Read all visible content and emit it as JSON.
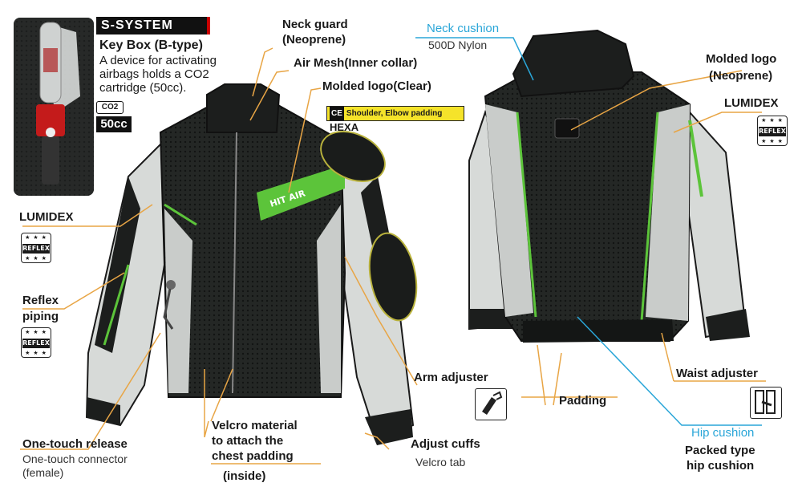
{
  "brand_badge": "S-SYSTEM",
  "keybox": {
    "title": "Key Box (B-type)",
    "desc_lines": [
      "A device for activating",
      "airbags holds a CO2",
      "cartridge (50cc)."
    ],
    "co2_label": "CO2",
    "co2_volume": "50cc"
  },
  "front_labels": {
    "neck_guard": "Neck guard",
    "neck_guard_sub": "(Neoprene)",
    "air_mesh": "Air Mesh(Inner collar)",
    "molded_logo_clear": "Molded logo(Clear)",
    "hexa_badge_ce": "CE",
    "hexa_badge_text": "Shoulder, Elbow padding",
    "hexa_badge_word": "HEXA",
    "lumidex": "LUMIDEX",
    "reflex_piping_1": "Reflex",
    "reflex_piping_2": "piping",
    "reflex_word": "REFLEX",
    "arm_adjuster": "Arm adjuster",
    "velcro_1": "Velcro material",
    "velcro_2": "to attach the",
    "velcro_3": "chest padding",
    "velcro_4": "(inside)",
    "one_touch_release": "One-touch release",
    "one_touch_connector": "One-touch connector",
    "one_touch_female": "(female)",
    "adjust_cuffs": "Adjust cuffs",
    "velcro_tab": "Velcro tab",
    "chest_logo": "HIT AIR"
  },
  "back_labels": {
    "neck_cushion": "Neck cushion",
    "neck_cushion_sub": "500D Nylon",
    "molded_logo": "Molded logo",
    "molded_logo_sub": "(Neoprene)",
    "lumidex": "LUMIDEX",
    "waist_adjuster": "Waist adjuster",
    "padding": "Padding",
    "hip_cushion": "Hip cushion",
    "hip_cushion_sub_1": "Packed type",
    "hip_cushion_sub_2": "hip cushion"
  },
  "colors": {
    "accent_green": "#5cc43a",
    "label_blue": "#2aa6d8",
    "leader_orange": "#e8a545",
    "jacket_black": "#1c1e1d",
    "jacket_grey": "#d7dad8",
    "badge_yellow": "#f5e32a"
  }
}
